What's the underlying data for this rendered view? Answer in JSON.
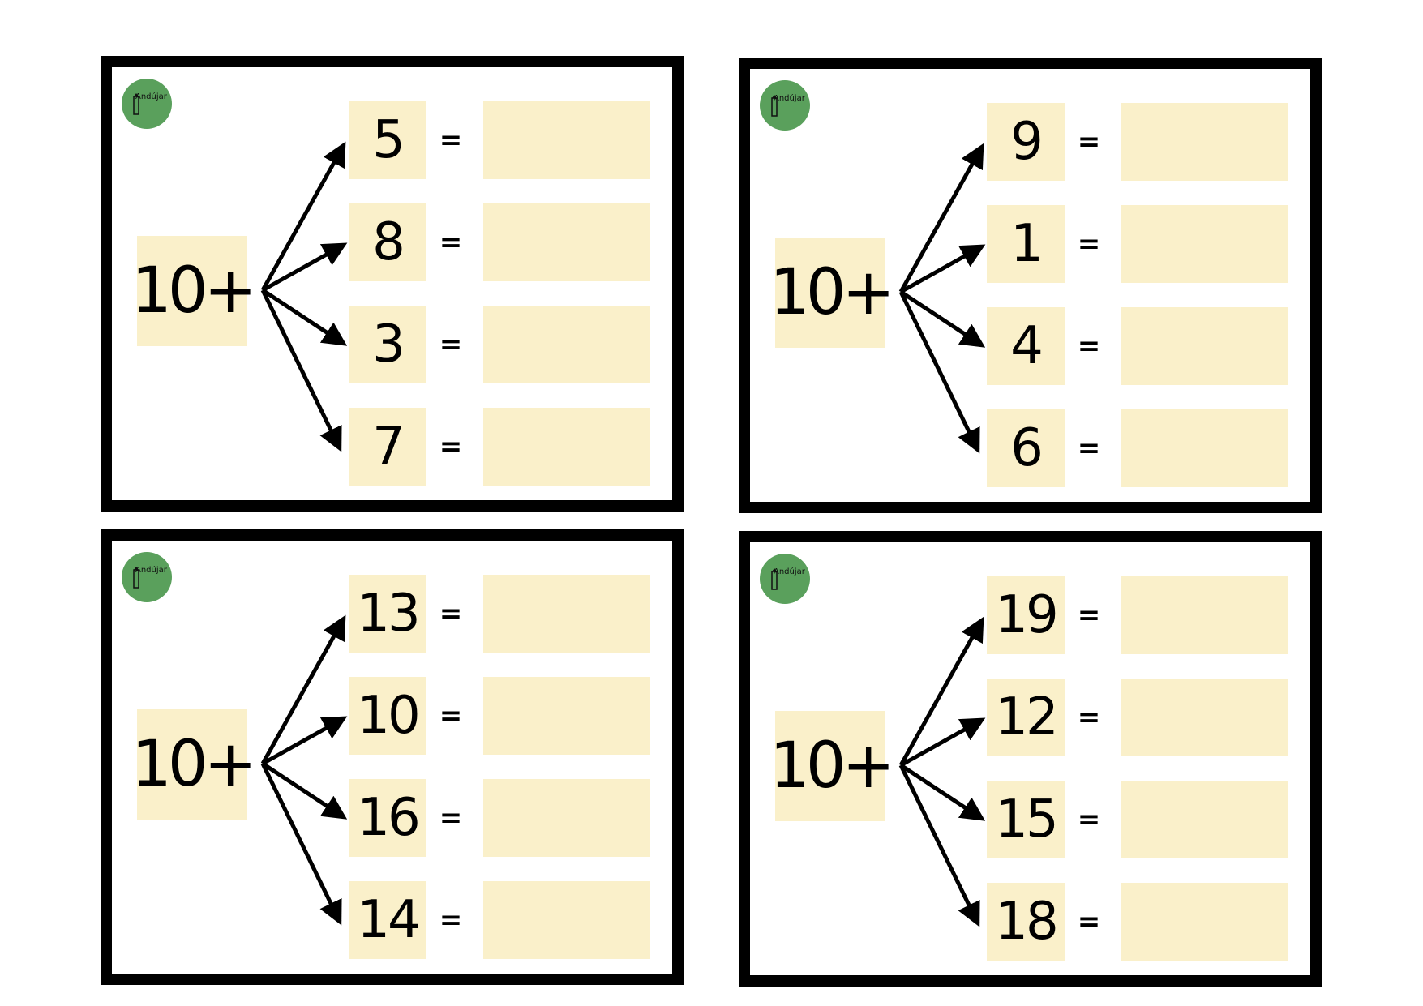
{
  "colors": {
    "box_fill": "#faf0ca",
    "border": "#000000",
    "logo_green": "#5aa05c"
  },
  "logo": {
    "text": "Andújar",
    "icon": "pencil-icon"
  },
  "cards": [
    {
      "base": "10+",
      "equals": "=",
      "addends": [
        "5",
        "8",
        "3",
        "7"
      ]
    },
    {
      "base": "10+",
      "equals": "=",
      "addends": [
        "9",
        "1",
        "4",
        "6"
      ]
    },
    {
      "base": "10+",
      "equals": "=",
      "addends": [
        "13",
        "10",
        "16",
        "14"
      ]
    },
    {
      "base": "10+",
      "equals": "=",
      "addends": [
        "19",
        "12",
        "15",
        "18"
      ]
    }
  ]
}
